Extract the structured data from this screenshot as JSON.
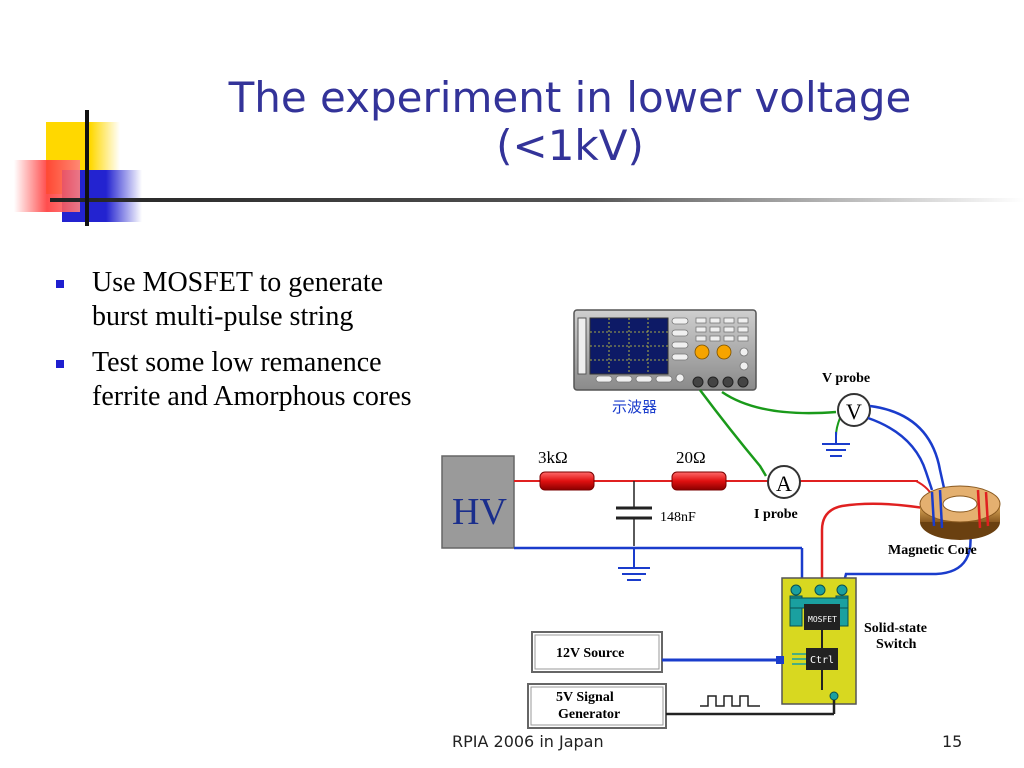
{
  "slide": {
    "title_line1": "The experiment in lower voltage",
    "title_line2": "(<1kV)",
    "bullets": [
      "Use MOSFET to generate burst multi-pulse string",
      "Test some low remanence ferrite and Amorphous cores"
    ],
    "footer_center": "RPIA 2006 in Japan",
    "page_number": "15"
  },
  "diagram": {
    "oscilloscope_label": "示波器",
    "v_probe_label": "V probe",
    "v_symbol": "V",
    "i_probe_label": "I probe",
    "a_symbol": "A",
    "hv_label": "HV",
    "r1_label": "3kΩ",
    "r2_label": "20Ω",
    "cap_label": "148nF",
    "magnetic_core_label": "Magnetic Core",
    "switch_label_line1": "Solid-state",
    "switch_label_line2": "Switch",
    "mosfet_chip": "MOSFET",
    "ctrl_chip": "Ctrl",
    "source_label": "12V Source",
    "generator_line1": "5V  Signal",
    "generator_line2": "Generator"
  },
  "colors": {
    "title": "#333399",
    "bullet": "#1f1fcf",
    "hv_box": "#9a9a9a",
    "hv_text": "#1a2e8c",
    "red_wire": "#e02020",
    "blue_wire": "#1a3ccc",
    "green_wire": "#1a9a1a",
    "switch_board": "#d8d820"
  }
}
